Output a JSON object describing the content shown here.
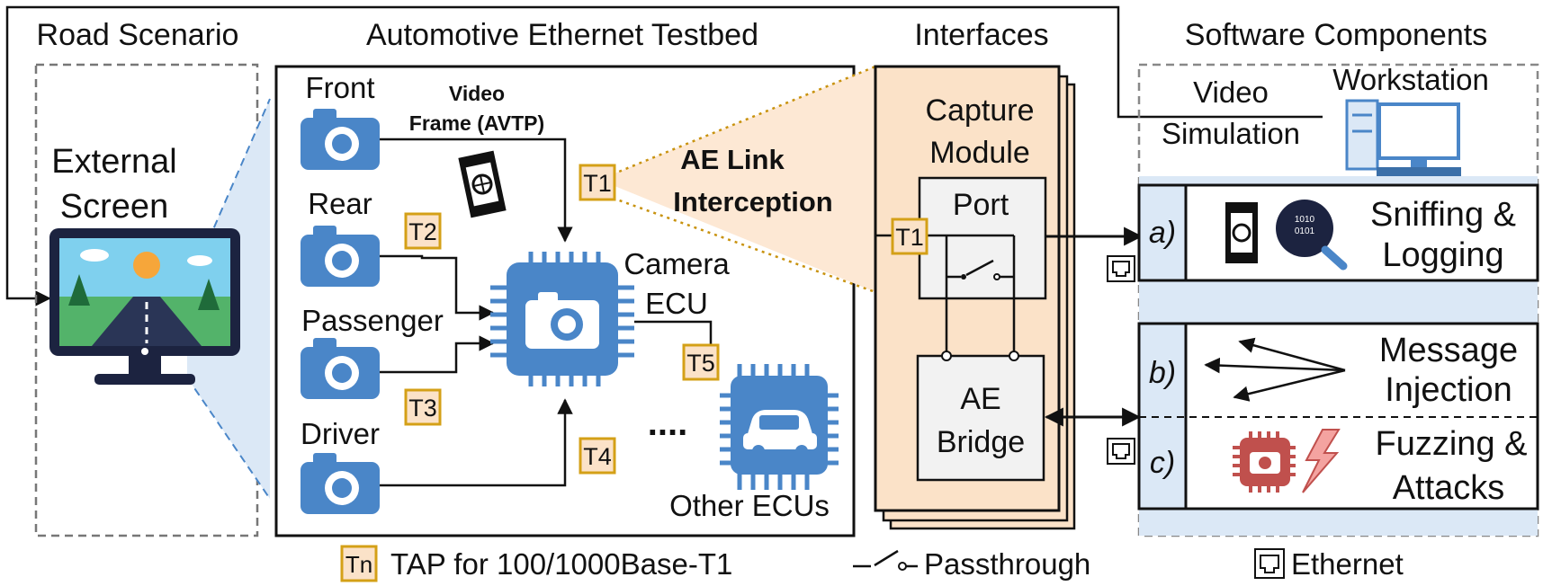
{
  "sections": {
    "road": "Road Scenario",
    "testbed": "Automotive Ethernet Testbed",
    "interfaces": "Interfaces",
    "software": "Software Components"
  },
  "road": {
    "screen_line1": "External",
    "screen_line2": "Screen"
  },
  "cameras": [
    "Front",
    "Rear",
    "Passenger",
    "Driver"
  ],
  "video_frame": {
    "line1": "Video",
    "line2": "Frame (AVTP)"
  },
  "taps": [
    "T1",
    "T2",
    "T3",
    "T4",
    "T5"
  ],
  "camera_ecu": {
    "line1": "Camera",
    "line2": "ECU"
  },
  "other_ecus": {
    "dots": "....",
    "label": "Other ECUs"
  },
  "interception": {
    "line1": "AE Link",
    "line2": "Interception"
  },
  "capture": {
    "line1": "Capture",
    "line2": "Module",
    "port": "Port",
    "bridge_line1": "AE",
    "bridge_line2": "Bridge"
  },
  "workstation": {
    "title": "Workstation",
    "video_line1": "Video",
    "video_line2": "Simulation"
  },
  "components": [
    {
      "key": "a)",
      "line1": "Sniffing &",
      "line2": "Logging"
    },
    {
      "key": "b)",
      "line1": "Message",
      "line2": "Injection"
    },
    {
      "key": "c)",
      "line1": "Fuzzing &",
      "line2": "Attacks"
    }
  ],
  "legend": {
    "tap_symbol": "Tn",
    "tap_text": "TAP for 100/1000Base-T1",
    "passthrough": "Passthrough",
    "ethernet": "Ethernet"
  },
  "colors": {
    "blue": "#4a86c8",
    "orange_fill": "#fbe2c8",
    "tap_border": "#d4a017",
    "red": "#c0504d",
    "light_blue": "#dbe8f6"
  }
}
